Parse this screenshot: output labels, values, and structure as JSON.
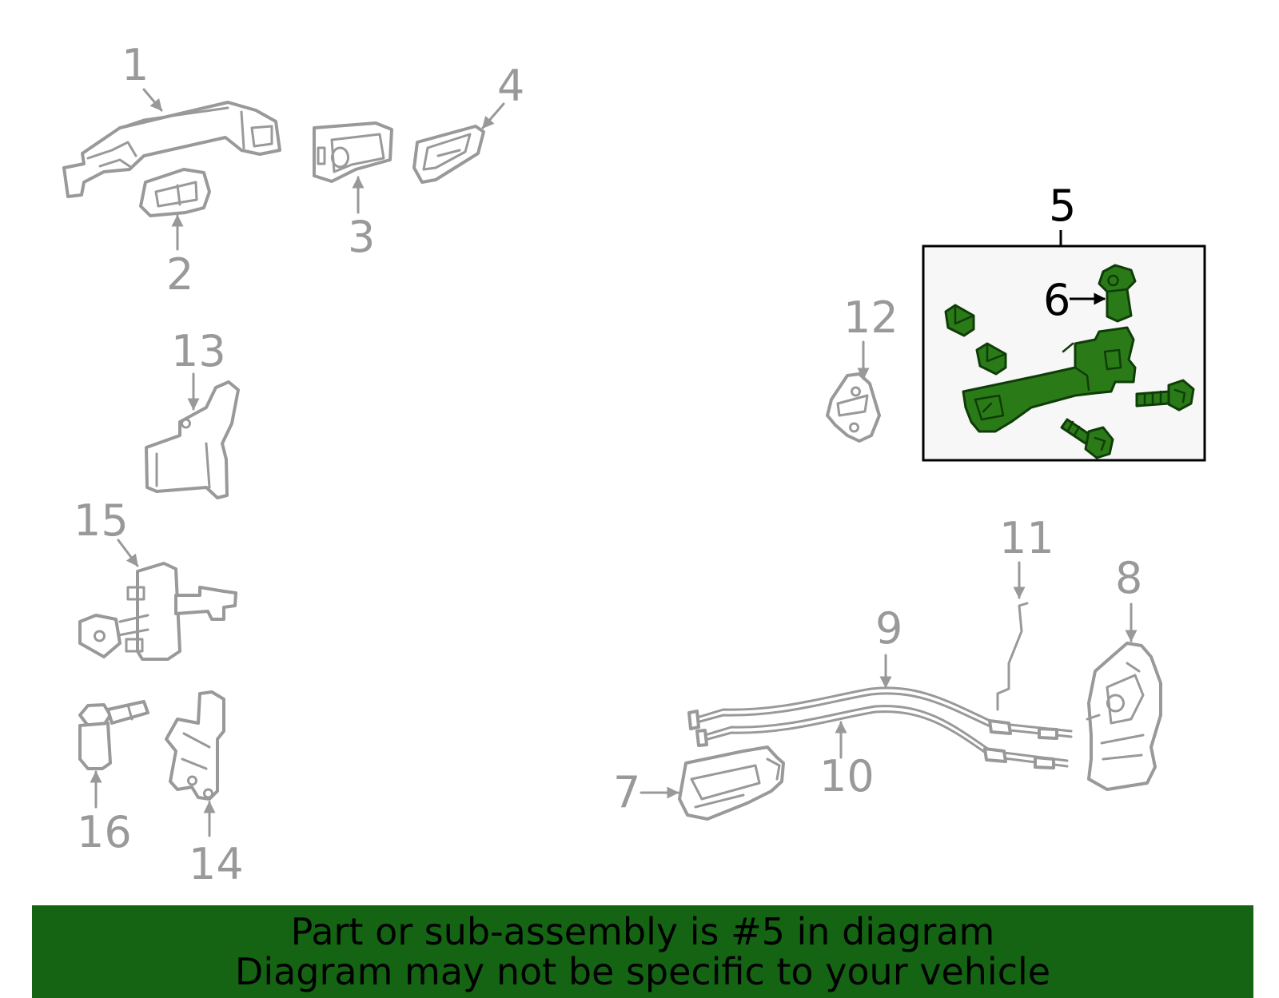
{
  "callouts": {
    "c1": "1",
    "c2": "2",
    "c3": "3",
    "c4": "4",
    "c5": "5",
    "c6": "6",
    "c7": "7",
    "c8": "8",
    "c9": "9",
    "c10": "10",
    "c11": "11",
    "c12": "12",
    "c13": "13",
    "c14": "14",
    "c15": "15",
    "c16": "16"
  },
  "highlighted_part": "5",
  "colors": {
    "part_outline": "#999999",
    "highlight_fill": "#2a7a18",
    "banner_background": "#146414",
    "inset_background": "#f7f7f7"
  },
  "banner": {
    "line1": "Part or sub-assembly is #5 in diagram",
    "line2": "Diagram may not be specific to your vehicle"
  }
}
